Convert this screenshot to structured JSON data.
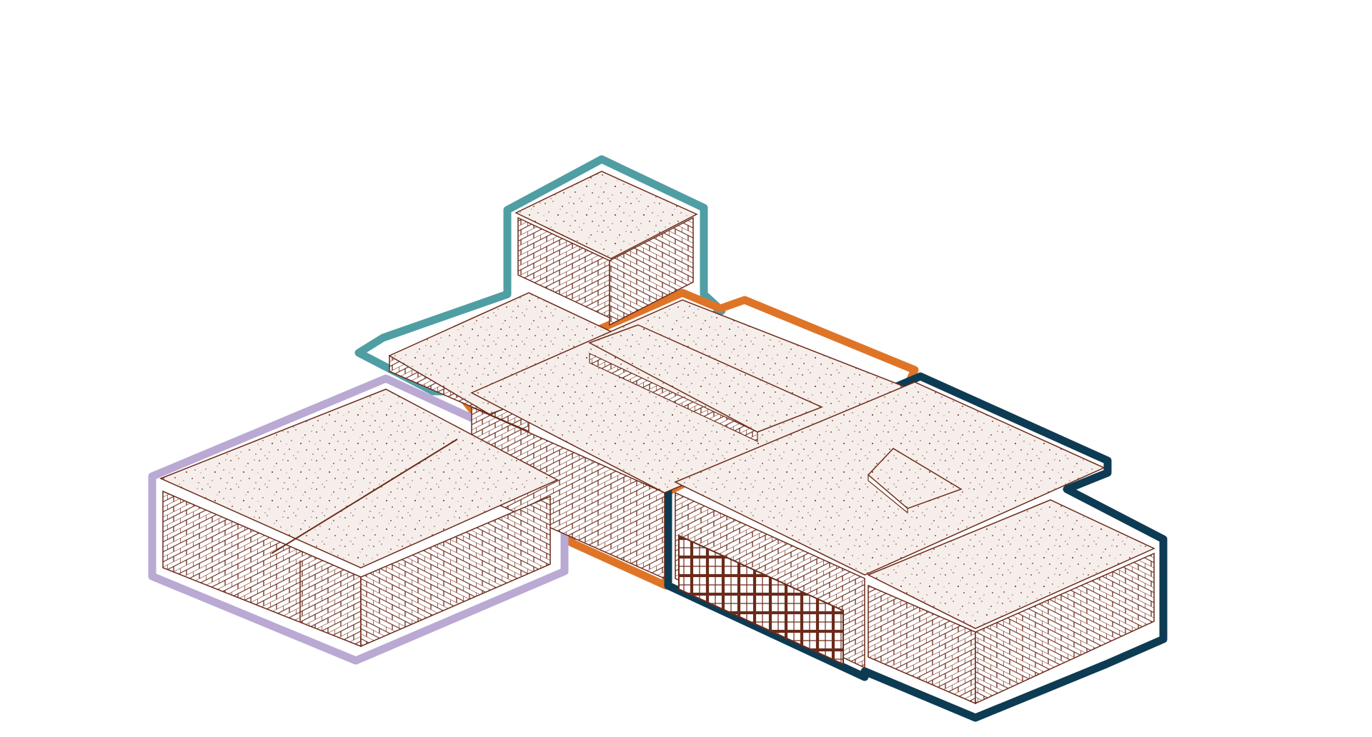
{
  "diagram": {
    "type": "isometric-building-massing",
    "background": "#ffffff",
    "line_color": "#6b2a1a",
    "roof_fill": "#f4ebe6",
    "brick_fill": "#ffffff",
    "zones": [
      {
        "id": "lavender-zone",
        "outline_color": "#b9a9d3"
      },
      {
        "id": "teal-zone",
        "outline_color": "#4f9ea3"
      },
      {
        "id": "orange-zone",
        "outline_color": "#df7427"
      },
      {
        "id": "navy-zone",
        "outline_color": "#0d3b53"
      }
    ]
  }
}
